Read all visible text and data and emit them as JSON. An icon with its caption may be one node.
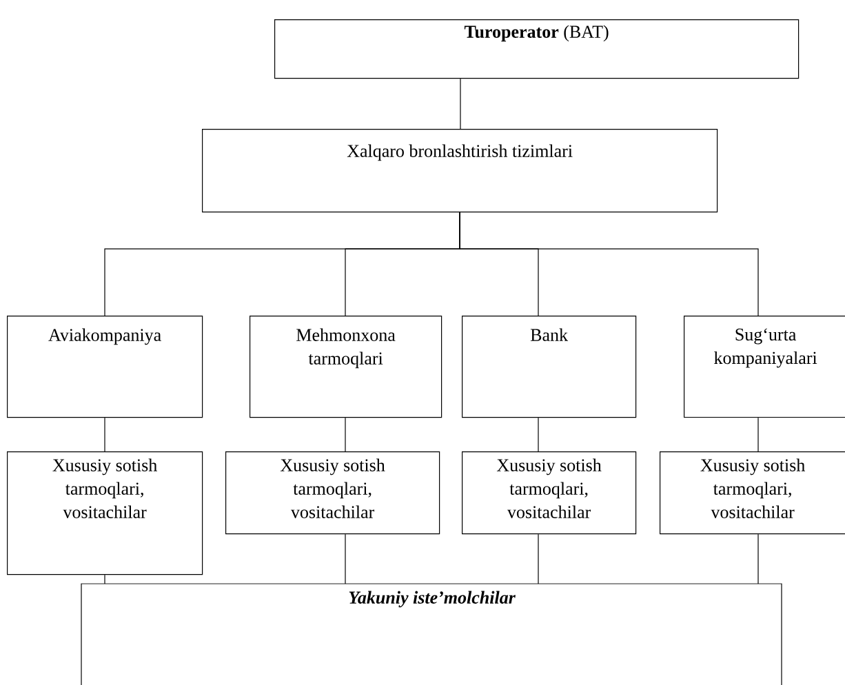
{
  "diagram": {
    "nodes": [
      {
        "text": [
          "**Turoperator** (BAT)"
        ]
      },
      {
        "text": [
          "Xalqaro bronlashtirish tizimlari"
        ]
      },
      {
        "text": [
          "Aviakompaniya"
        ]
      },
      {
        "text": [
          "Mehmonxona tarmoqlari"
        ]
      },
      {
        "text": [
          "Bank"
        ]
      },
      {
        "text": [
          "Sug‘urta kompaniyalari"
        ]
      },
      {
        "text": [
          "Xususiy sotish tarmoqlari, vositachilar"
        ]
      },
      {
        "text": [
          "Xususiy sotish tarmoqlari, vositachilar"
        ]
      },
      {
        "text": [
          "Xususiy sotish tarmoqlari, vositachilar"
        ]
      },
      {
        "text": [
          "Xususiy sotish tarmoqlari, vositachilar"
        ]
      },
      {
        "text": [
          "Yakuniy iste’molchilar"
        ]
      }
    ],
    "edges": [
      {
        "from": 0,
        "to": 1,
        "arrow": "none"
      },
      {
        "from": 1,
        "to": 2,
        "arrow": "none"
      },
      {
        "from": 1,
        "to": 3,
        "arrow": "none"
      },
      {
        "from": 1,
        "to": 4,
        "arrow": "none"
      },
      {
        "from": 1,
        "to": 5,
        "arrow": "none"
      },
      {
        "from": 2,
        "to": 6,
        "arrow": "none"
      },
      {
        "from": 3,
        "to": 7,
        "arrow": "none"
      },
      {
        "from": 4,
        "to": 8,
        "arrow": "none"
      },
      {
        "from": 5,
        "to": 9,
        "arrow": "none"
      },
      {
        "from": 6,
        "to": 10,
        "arrow": "none"
      },
      {
        "from": 7,
        "to": 10,
        "arrow": "none"
      },
      {
        "from": 8,
        "to": 10,
        "arrow": "none"
      },
      {
        "from": 9,
        "to": 10,
        "arrow": "none"
      }
    ]
  }
}
